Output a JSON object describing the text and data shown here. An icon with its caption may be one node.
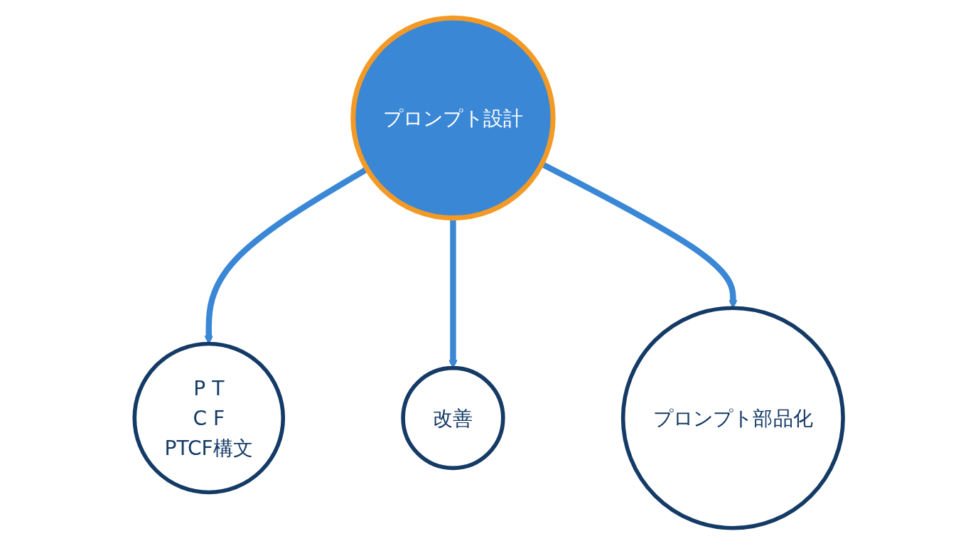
{
  "diagram": {
    "nodes": [
      {
        "text": [
          "プロンプト設計"
        ]
      },
      {
        "text": [
          "P",
          "T",
          "C",
          "F",
          "PTCF構文"
        ]
      },
      {
        "text": [
          "改善"
        ]
      },
      {
        "text": [
          "プロンプト部品化"
        ]
      }
    ],
    "edges": [
      {
        "from": 0,
        "to": 1,
        "arrow": "to"
      },
      {
        "from": 0,
        "to": 2,
        "arrow": "to"
      },
      {
        "from": 0,
        "to": 3,
        "arrow": "to"
      }
    ]
  }
}
